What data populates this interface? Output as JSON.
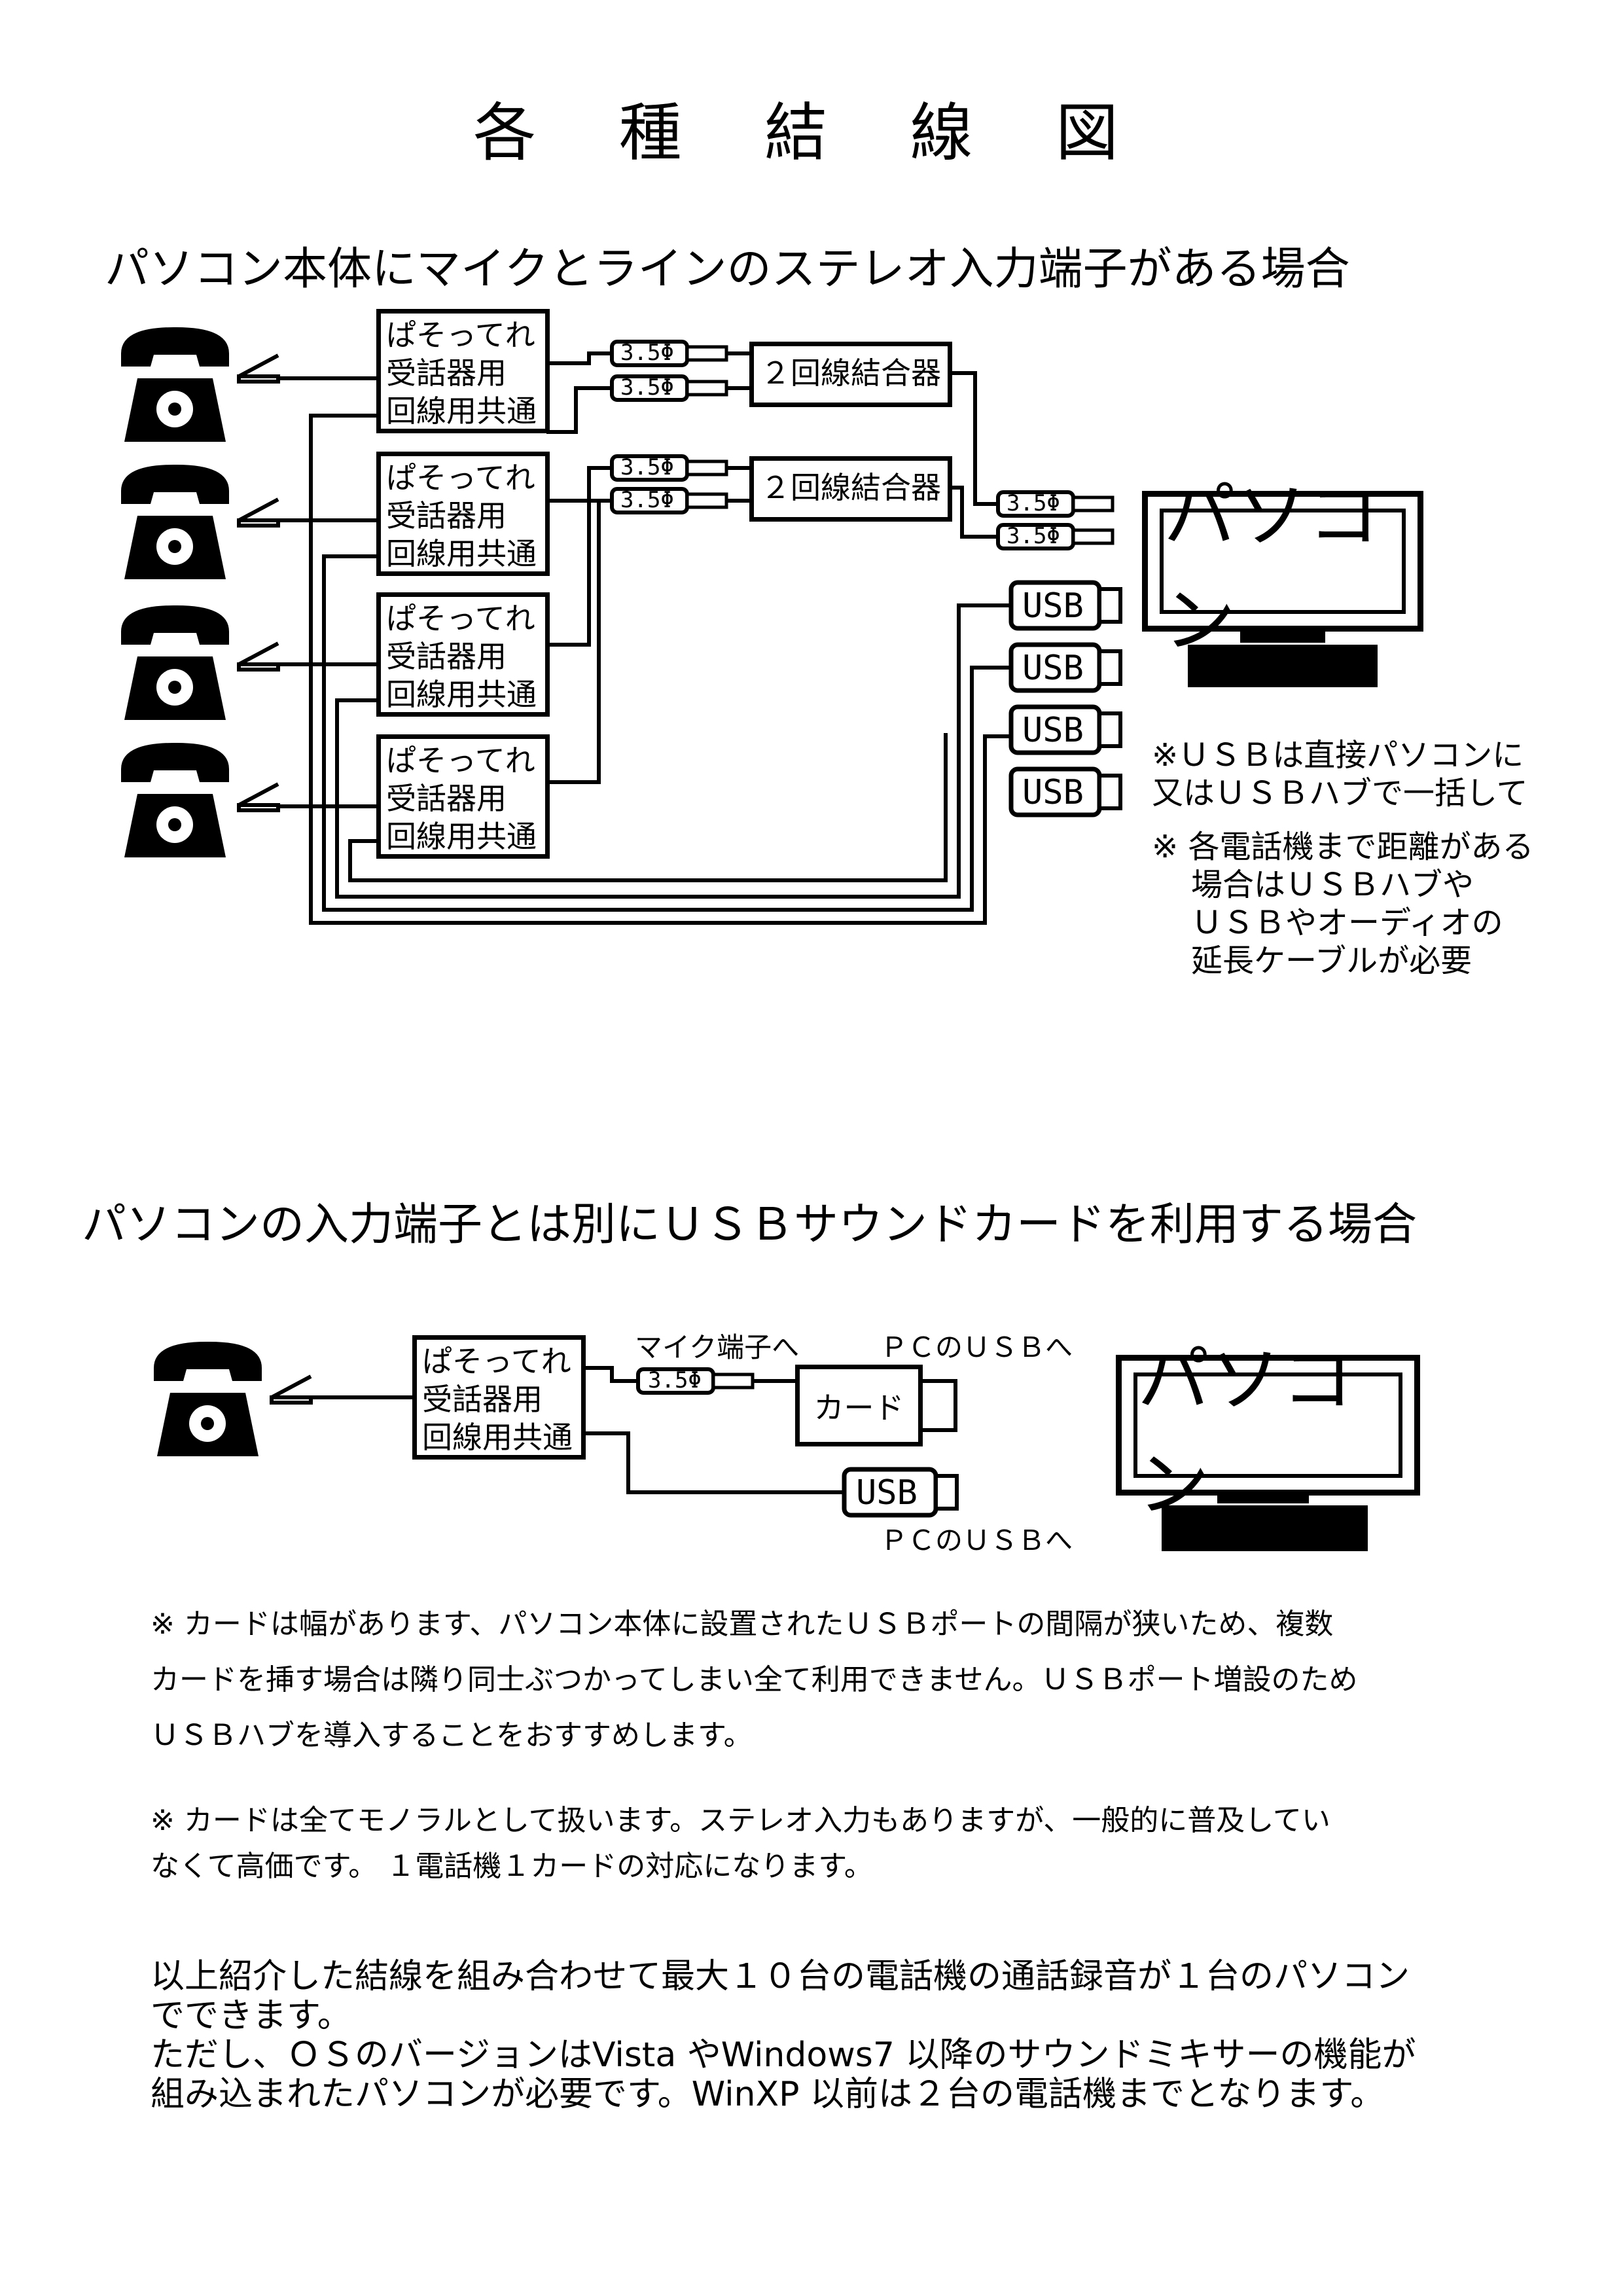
{
  "title": "各 種 結 線 図",
  "section1": {
    "heading": "パソコン本体にマイクとラインのステレオ入力端子がある場合",
    "adapter_lines": [
      "ぱそってれ",
      "受話器用",
      "回線用共通"
    ],
    "coupler_label": "２回線結合器",
    "jack_label": "3.5Φ",
    "usb_label": "USB",
    "monitor_label": "パソコン",
    "notes": [
      [
        "※ＵＳＢは直接パソコンに",
        "又はＵＳＢハブで一括して"
      ],
      [
        "※ 各電話機まで距離がある",
        "場合はＵＳＢハブや",
        "ＵＳＢやオーディオの",
        "延長ケーブルが必要"
      ]
    ]
  },
  "section2": {
    "heading": "パソコンの入力端子とは別にＵＳＢサウンドカードを利用する場合",
    "adapter_lines": [
      "ぱそってれ",
      "受話器用",
      "回線用共通"
    ],
    "mic_label": "マイク端子へ",
    "pc_usb_top": "ＰＣのＵＳＢへ",
    "pc_usb_bottom": "ＰＣのＵＳＢへ",
    "card_label": "カード",
    "jack_label": "3.5Φ",
    "usb_label": "USB",
    "monitor_label": "パソコン"
  },
  "notes2": [
    [
      "※ カードは幅があります、パソコン本体に設置されたＵＳＢポートの間隔が狭いため、複数",
      "カードを挿す場合は隣り同士ぶつかってしまい全て利用できません。ＵＳＢポート増設のため",
      "ＵＳＢハブを導入することをおすすめします。"
    ],
    [
      "※ カードは全てモノラルとして扱います。ステレオ入力もありますが、一般的に普及してい",
      "なくて高価です。 １電話機１カードの対応になります。"
    ]
  ],
  "final_lines": [
    "以上紹介した結線を組み合わせて最大１０台の電話機の通話録音が１台のパソコン",
    "でできます。",
    "ただし、ＯＳのバージョンはVista やWindows7 以降のサウンドミキサーの機能が",
    "組み込まれたパソコンが必要です。WinXP 以前は２台の電話機までとなります。"
  ]
}
